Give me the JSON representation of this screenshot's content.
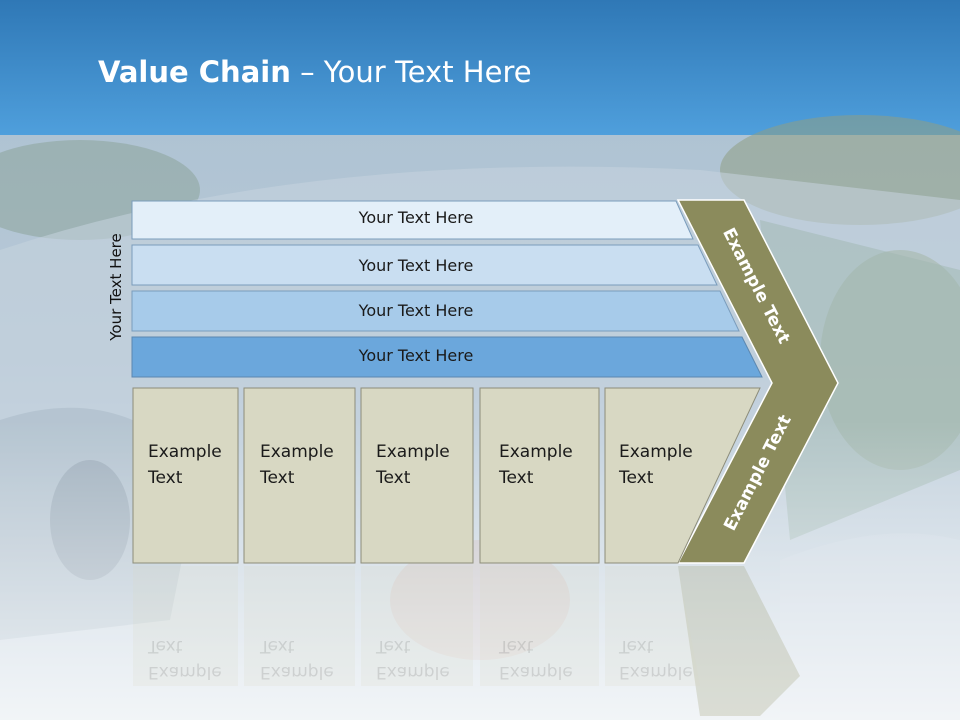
{
  "slide": {
    "title_bold": "Value Chain",
    "title_rest": " – Your Text Here",
    "side_label": "Your Text Here"
  },
  "rows": [
    "Your Text Here",
    "Your Text Here",
    "Your Text Here",
    "Your Text Here"
  ],
  "boxes": [
    "Example\nText",
    "Example\nText",
    "Example\nText",
    "Example\nText",
    "Example\nText"
  ],
  "arrow": {
    "top_label": "Example Text",
    "bottom_label": "Example Text"
  },
  "colors": {
    "row1": "#e3eff9",
    "row2": "#c9def1",
    "row3": "#a7cbea",
    "row4": "#6ba7dc",
    "box": "#d8d8c3",
    "arrow": "#8b8b5c",
    "sky": "#3f8ccc"
  }
}
